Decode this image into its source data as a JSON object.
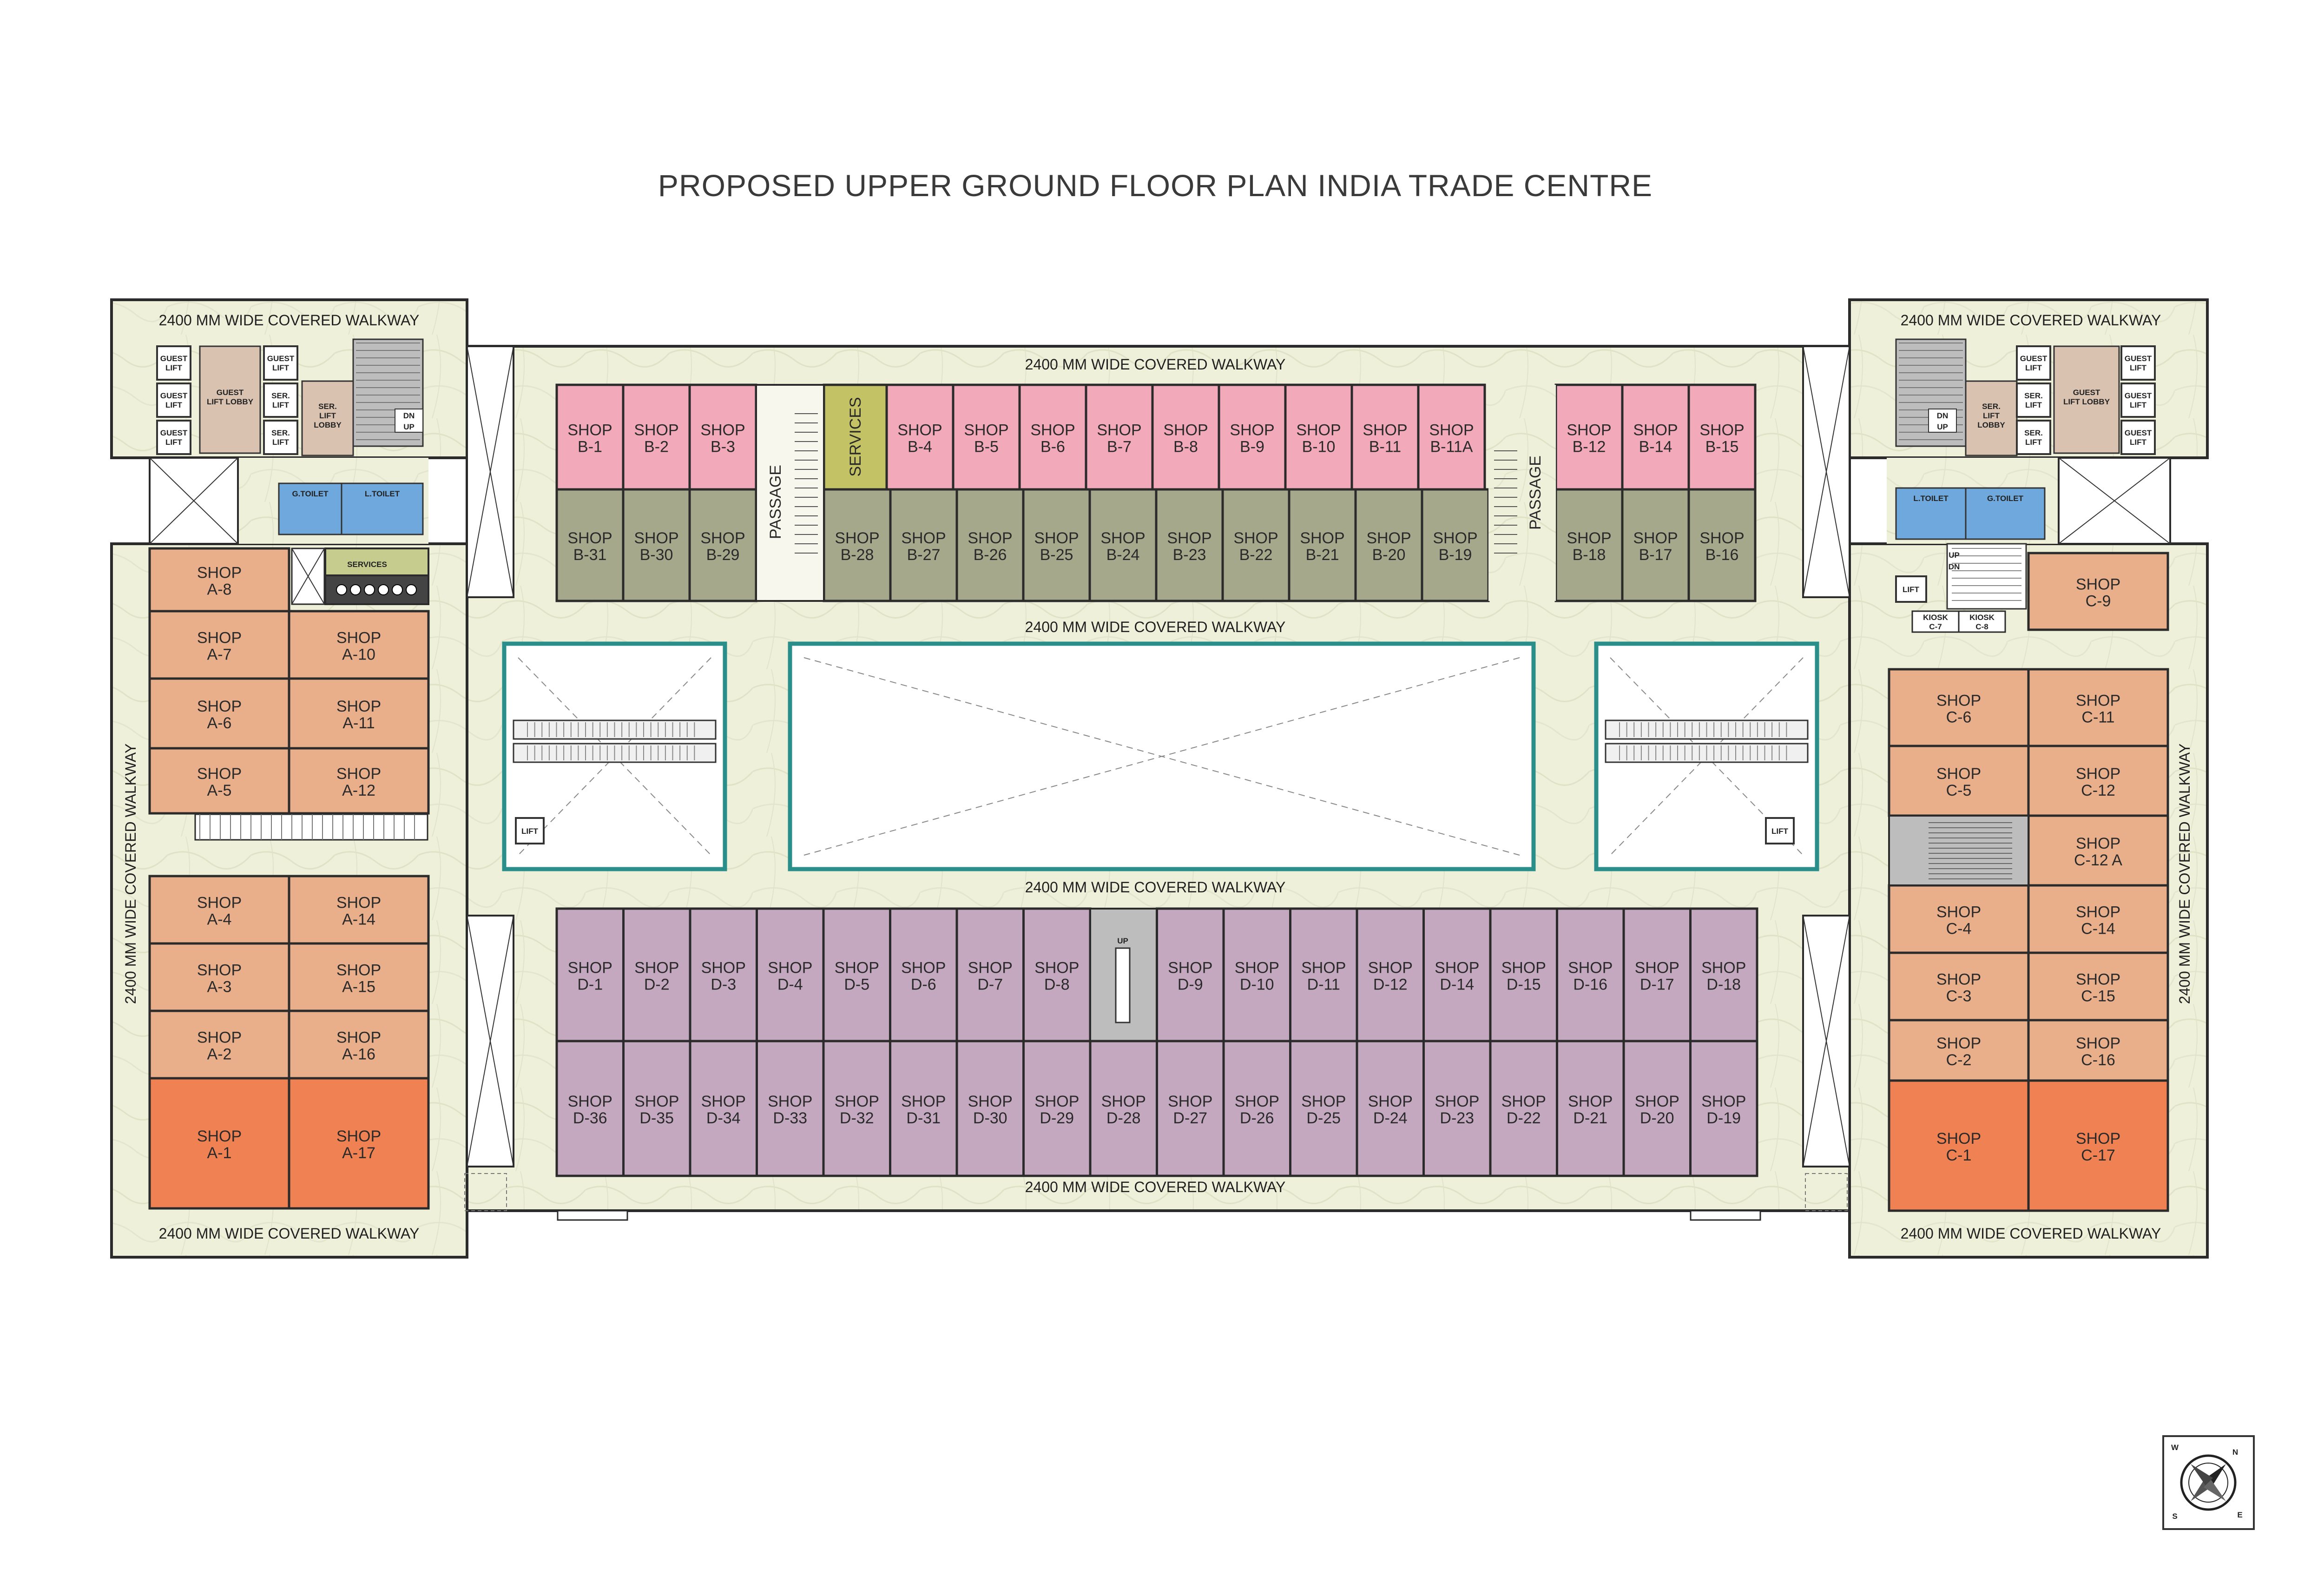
{
  "title": "PROPOSED UPPER GROUND FLOOR PLAN INDIA TRADE CENTRE",
  "walkway_label": "2400 MM WIDE COVERED WALKWAY",
  "passage_label": "PASSAGE",
  "services_label": "SERVICES",
  "lift_label": "LIFT",
  "up_label": "UP",
  "dn_label": "DN",
  "guest_lift": [
    "GUEST",
    "LIFT"
  ],
  "ser_lift": [
    "SER.",
    "LIFT"
  ],
  "guest_lift_lobby": [
    "GUEST",
    "LIFT LOBBY"
  ],
  "ser_lift_lobby": [
    "SER.",
    "LIFT",
    "LOBBY"
  ],
  "g_toilet": "G.TOILET",
  "l_toilet": "L.TOILET",
  "kiosks": [
    {
      "line1": "KIOSK",
      "line2": "C-7"
    },
    {
      "line1": "KIOSK",
      "line2": "C-8"
    }
  ],
  "compass_letters": [
    "N",
    "E",
    "S",
    "W"
  ],
  "colors": {
    "site_bg": "#eef0da",
    "outline": "#2b2b2b",
    "shop_a": "#e9ae8a",
    "shop_a_corner": "#f08153",
    "shop_b_top": "#f2a9b9",
    "shop_b_bottom": "#a6a88b",
    "shop_d": "#c4a8bf",
    "services_b": "#c3c264",
    "services_a": "#c5cc8e",
    "void_border": "#2a8f8a",
    "toilet": "#6fa8dc",
    "lobby": "#d9c2b0",
    "stair": "#bdbdbd"
  },
  "shops": {
    "b_top": [
      "B-1",
      "B-2",
      "B-3",
      "B-4",
      "B-5",
      "B-6",
      "B-7",
      "B-8",
      "B-9",
      "B-10",
      "B-11",
      "B-11A",
      "B-12",
      "B-14",
      "B-15"
    ],
    "b_bottom": [
      "B-31",
      "B-30",
      "B-29",
      "B-28",
      "B-27",
      "B-26",
      "B-25",
      "B-24",
      "B-23",
      "B-22",
      "B-21",
      "B-20",
      "B-19",
      "B-18",
      "B-17",
      "B-16"
    ],
    "d_top": [
      "D-1",
      "D-2",
      "D-3",
      "D-4",
      "D-5",
      "D-6",
      "D-7",
      "D-8",
      "D-9",
      "D-10",
      "D-11",
      "D-12",
      "D-14",
      "D-15",
      "D-16",
      "D-17",
      "D-18"
    ],
    "d_bottom": [
      "D-36",
      "D-35",
      "D-34",
      "D-33",
      "D-32",
      "D-31",
      "D-30",
      "D-29",
      "D-28",
      "D-27",
      "D-26",
      "D-25",
      "D-24",
      "D-23",
      "D-22",
      "D-21",
      "D-20",
      "D-19"
    ],
    "a_left": [
      "A-8",
      "A-7",
      "A-6",
      "A-5",
      "A-4",
      "A-3",
      "A-2",
      "A-1"
    ],
    "a_right": [
      "A-10",
      "A-11",
      "A-12",
      "A-14",
      "A-15",
      "A-16",
      "A-17"
    ],
    "c_left": [
      "C-9",
      "C-6",
      "C-5",
      "C-4",
      "C-3",
      "C-2",
      "C-1"
    ],
    "c_right": [
      "C-11",
      "C-12",
      "C-12 A",
      "C-14",
      "C-15",
      "C-16",
      "C-17"
    ]
  },
  "shop_word": "SHOP"
}
